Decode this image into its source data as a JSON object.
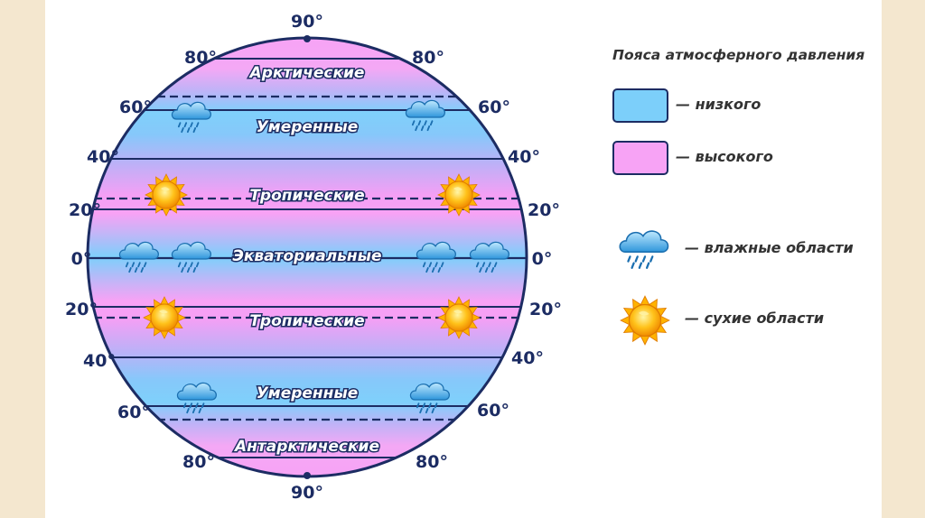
{
  "diagram": {
    "latitude_labels": {
      "north_pole": "90°",
      "north_80": "80°",
      "north_60": "60°",
      "north_40": "40°",
      "north_20": "20°",
      "equator": "0°",
      "south_20": "20°",
      "south_40": "40°",
      "south_60": "60°",
      "south_80": "80°",
      "south_pole": "90°"
    },
    "belts": {
      "arctic": "Арктические",
      "temperate_north": "Умеренные",
      "tropical_north": "Тропические",
      "equatorial": "Экваториальные",
      "tropical_south": "Тропические",
      "temperate_south": "Умеренные",
      "antarctic": "Антарктические"
    }
  },
  "legend": {
    "title": "Пояса атмосферного давления",
    "low": {
      "label": "— низкого",
      "color": "#7ccffa"
    },
    "high": {
      "label": "— высокого",
      "color": "#f7a3f5"
    },
    "wet": {
      "label": "— влажные области",
      "icon": "rain-cloud-icon"
    },
    "dry": {
      "label": "— сухие области",
      "icon": "sun-icon"
    }
  },
  "colors": {
    "low_pressure": "#7ccffa",
    "high_pressure": "#f7a3f5",
    "outline": "#1c2c63",
    "label_stroke": "#1c2c63"
  }
}
